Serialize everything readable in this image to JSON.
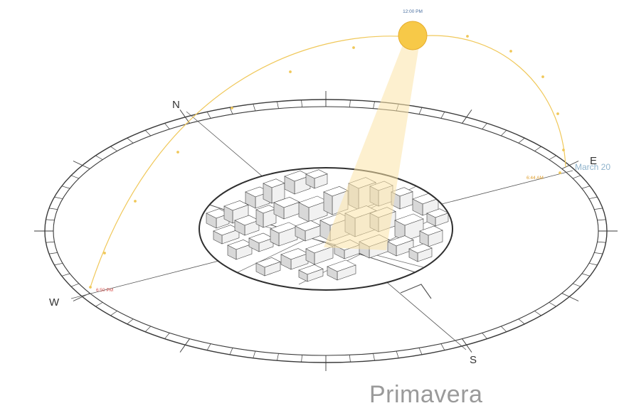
{
  "diagram": {
    "time_noon": "12:00 PM",
    "time_sunrise": "6:44 AM",
    "time_sunset": "6:50 PM",
    "date_label": "March 20",
    "directions": {
      "north": "N",
      "south": "S",
      "east": "E",
      "west": "W"
    },
    "season": "Primavera"
  },
  "colors": {
    "sun": "#f7c948",
    "sun_path": "#f0c85a",
    "sun_beam": "#fbe3a8",
    "ring": "#3a3a3a",
    "sunset_text": "#d9534f",
    "sunrise_text": "#e0a030",
    "noon_text": "#4a6fa0",
    "date_text": "#8fb3cc"
  },
  "icons": {
    "sun": "sun-icon"
  }
}
